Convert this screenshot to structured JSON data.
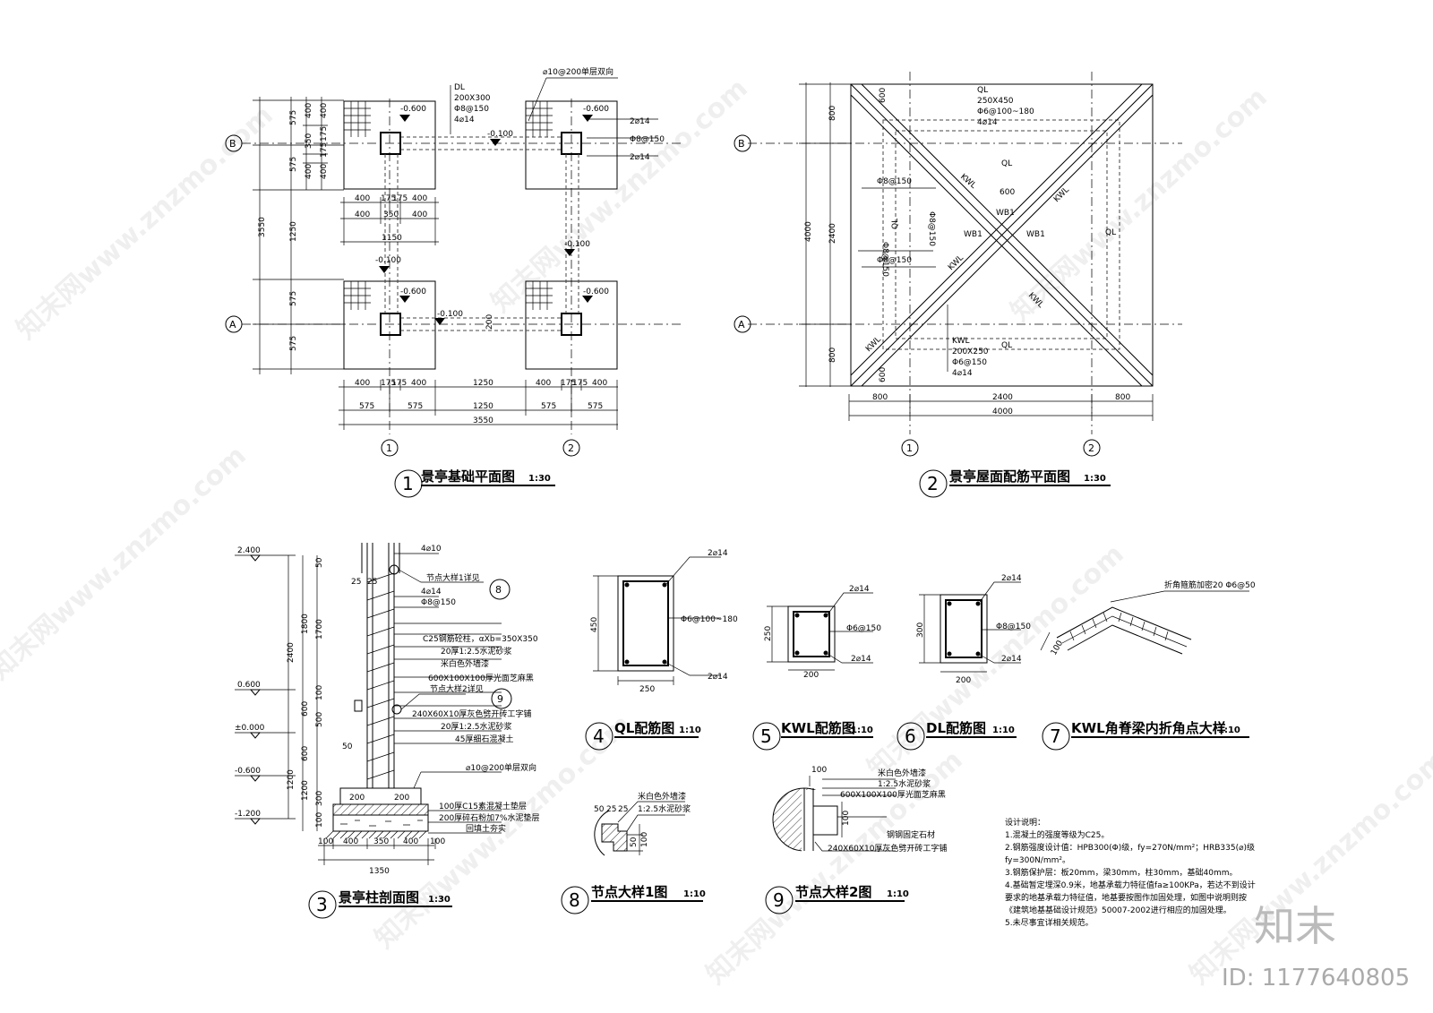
{
  "drawings": {
    "d1": {
      "num": "1",
      "title": "景亭基础平面图",
      "scale": "1:30"
    },
    "d2": {
      "num": "2",
      "title": "景亭屋面配筋平面图",
      "scale": "1:30"
    },
    "d3": {
      "num": "3",
      "title": "景亭柱剖面图",
      "scale": "1:30"
    },
    "d4": {
      "num": "4",
      "title": "QL配筋图",
      "scale": "1:10"
    },
    "d5": {
      "num": "5",
      "title": "KWL配筋图",
      "scale": "1:10"
    },
    "d6": {
      "num": "6",
      "title": "DL配筋图",
      "scale": "1:10"
    },
    "d7": {
      "num": "7",
      "title": "KWL角脊梁内折角点大样",
      "scale": "1:10"
    },
    "d8": {
      "num": "8",
      "title": "节点大样1图",
      "scale": "1:10"
    },
    "d9": {
      "num": "9",
      "title": "节点大样2图",
      "scale": "1:10"
    }
  },
  "axes": {
    "a": "A",
    "b": "B",
    "c1": "1",
    "c2": "2"
  },
  "plan1": {
    "elev_m06": "-0.600",
    "elev_m01": "-0.100",
    "dl_label": "DL",
    "dl_size": "200X300",
    "dl_stirrup": "Φ8@150",
    "dl_bars": "4⌀14",
    "top_rebar": "⌀10@200单层双向",
    "bar_2_14": "2⌀14",
    "bar_8_150": "Φ8@150",
    "d575": "575",
    "d400": "400",
    "d350": "350",
    "d175": "175",
    "d1250": "1250",
    "d3550": "3550",
    "d1150": "1150",
    "d200": "200"
  },
  "plan2": {
    "ql": "QL",
    "ql_size": "250X450",
    "ql_stirrup": "Φ6@100~180",
    "ql_bars": "4⌀14",
    "kwl": "KWL",
    "kwl_size": "200X250",
    "kwl_stirrup": "Φ6@150",
    "kwl_bars": "4⌀14",
    "wb1": "WB1",
    "r8_150": "Φ8@150",
    "d600": "600",
    "d800": "800",
    "d2400": "2400",
    "d4000": "4000"
  },
  "section3": {
    "elev_2400": "2.400",
    "elev_0600": "0.600",
    "elev_0000": "±0.000",
    "elev_m0600": "-0.600",
    "elev_m1200": "-1.200",
    "bar_4_10": "4⌀10",
    "node1_ref": "节点大样1详见",
    "node2_ref": "节点大样2详见",
    "bar_4_14": "4⌀14",
    "stir_8_150": "Φ8@150",
    "col": "C25钢筋砼柱，αXb=350X350",
    "m1": "20厚1:2.5水泥砂浆",
    "m2": "米白色外墙漆",
    "m3": "600X100X100厚光面芝麻黑",
    "m4": "240X60X10厚灰色劈开砖工字铺",
    "m5": "20厚1:2.5水泥砂浆",
    "m6": "45厚细石混凝土",
    "footing_bar": "⌀10@200单层双向",
    "f1": "100厚C15素混凝土垫层",
    "f2": "200厚碎石粉加7%水泥垫层",
    "f3": "回填土夯实",
    "d50": "50",
    "d25": "25",
    "d2400": "2400",
    "d1800": "1800",
    "d1700": "1700",
    "d600": "600",
    "d100": "100",
    "d500": "500",
    "d1200": "1200",
    "d300": "300",
    "d200": "200",
    "d400": "400",
    "d350": "350",
    "d1350": "1350"
  },
  "ql4": {
    "top": "2⌀14",
    "stir": "Φ6@100~180",
    "bot": "2⌀14",
    "h": "450",
    "w": "250"
  },
  "kwl5": {
    "top": "2⌀14",
    "stir": "Φ6@150",
    "bot": "2⌀14",
    "h": "250",
    "w": "200"
  },
  "dl6": {
    "top": "2⌀14",
    "stir": "Φ8@150",
    "bot": "2⌀14",
    "h": "300",
    "w": "200"
  },
  "kwl7": {
    "note": "折角箍筋加密20 Φ6@50",
    "d100": "100"
  },
  "node8": {
    "m1": "米白色外墙漆",
    "m2": "1:2.5水泥砂浆",
    "d50": "50",
    "d25": "25",
    "d100": "100"
  },
  "node9": {
    "d100": "100",
    "m1": "米白色外墙漆",
    "m2": "1:2.5水泥砂浆",
    "m3": "600X100X100厚光面芝麻黑",
    "m4": "钢钢固定石材",
    "m5": "240X60X10厚灰色劈开砖工字铺"
  },
  "notes": {
    "title": "设计说明：",
    "lines": [
      "1.混凝土的强度等级为C25。",
      "2.钢筋强度设计值：HPB300(Φ)级，fy=270N/mm²；HRB335(⌀)级",
      "  fy=300N/mm²。",
      "3.钢筋保护层：板20mm，梁30mm，柱30mm，基础40mm。",
      "4.基础暂定埋深0.9米，地基承载力特征值fa≥100KPa，若达不到设计",
      "要求的地基承载力特征值，地基要按图作加固处理，如图中说明则按",
      "《建筑地基基础设计规范》50007-2002进行相应的加固处理。",
      "5.未尽事宜详相关规范。"
    ]
  },
  "watermark": {
    "text": "知末网www.znzmo.com",
    "brand": "知末",
    "id": "ID: 1177640805"
  },
  "colors": {
    "line": "#000000",
    "watermark": "#000000",
    "brand": "#bbbbbb"
  }
}
